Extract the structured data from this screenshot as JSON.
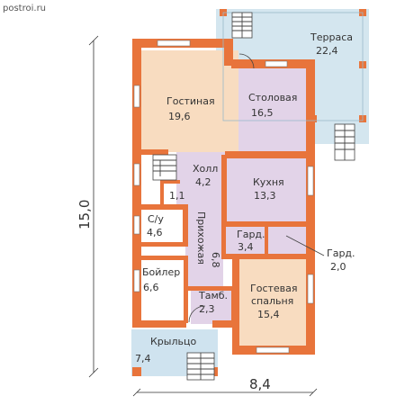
{
  "watermark": "postroi.ru",
  "dimensions": {
    "height": "15,0",
    "width": "8,4"
  },
  "rooms": {
    "terrace": {
      "name": "Терраса",
      "area": "22,4"
    },
    "living": {
      "name": "Гостиная",
      "area": "19,6"
    },
    "dining": {
      "name": "Столовая",
      "area": "16,5"
    },
    "hall": {
      "name": "Холл",
      "area": "4,2"
    },
    "wc_small": {
      "area": "1,1"
    },
    "kitchen": {
      "name": "Кухня",
      "area": "13,3"
    },
    "bath": {
      "name": "С/у",
      "area": "4,6"
    },
    "hallway": {
      "name": "Прихожая",
      "area": "6,8"
    },
    "wardrobe1": {
      "name": "Гард.",
      "area": "3,4"
    },
    "wardrobe2": {
      "name": "Гард.",
      "area": "2,0"
    },
    "boiler": {
      "name": "Бойлер",
      "area": "6,6"
    },
    "vestibule": {
      "name": "Тамб.",
      "area": "2,3"
    },
    "guest": {
      "name": "Гостевая",
      "name2": "спальня",
      "area": "15,4"
    },
    "porch": {
      "name": "Крыльцо",
      "area": "7,4"
    }
  },
  "colors": {
    "wall": "#e8743b",
    "living": "#f8dcc0",
    "purple": "#e2d3e8",
    "terrace": "#d4e6ef",
    "porch": "#cfe3ef",
    "text": "#333333"
  }
}
